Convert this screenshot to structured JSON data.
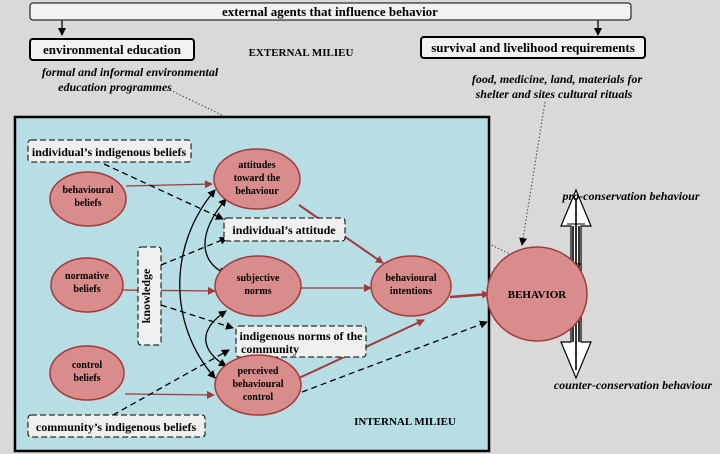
{
  "header": {
    "external_agents": "external agents that influence behavior"
  },
  "external": {
    "milieu_label": "EXTERNAL MILIEU",
    "env_education": "environmental education",
    "env_education_desc_1": "formal and informal environmental",
    "env_education_desc_2": "education programmes",
    "survival": "survival  and livelihood requirements",
    "survival_desc_1": "food, medicine, land, materials for",
    "survival_desc_2": "shelter and sites cultural rituals"
  },
  "internal": {
    "milieu_label": "INTERNAL MILIEU",
    "indigenous_beliefs": "individual’s indigenous beliefs",
    "community_beliefs": "community’s indigenous beliefs",
    "individual_attitude": "individual’s attitude",
    "indigenous_norms_1": "indigenous norms of the",
    "indigenous_norms_2": "community",
    "knowledge": "knowledge"
  },
  "nodes": {
    "behavioural_beliefs": [
      "behavioural",
      "beliefs"
    ],
    "normative_beliefs": [
      "normative",
      "beliefs"
    ],
    "control_beliefs": [
      "control",
      "beliefs"
    ],
    "attitudes": [
      "attitudes",
      "toward the",
      "behaviour"
    ],
    "subjective_norms": [
      "subjective",
      "norms"
    ],
    "perceived_control": [
      "perceived",
      "behavioural",
      "control"
    ],
    "intentions": [
      "behavioural",
      "intentions"
    ],
    "behavior": "BEHAVIOR"
  },
  "outcomes": {
    "pro": "pro-conservation behaviour",
    "counter": "counter-conservation behaviour"
  },
  "colors": {
    "background": "#d9d9d9",
    "internal_fill": "#b7dde5",
    "node_fill": "#d98c8c",
    "node_stroke": "#a33a3a",
    "red_arrow": "#a33a3a"
  }
}
